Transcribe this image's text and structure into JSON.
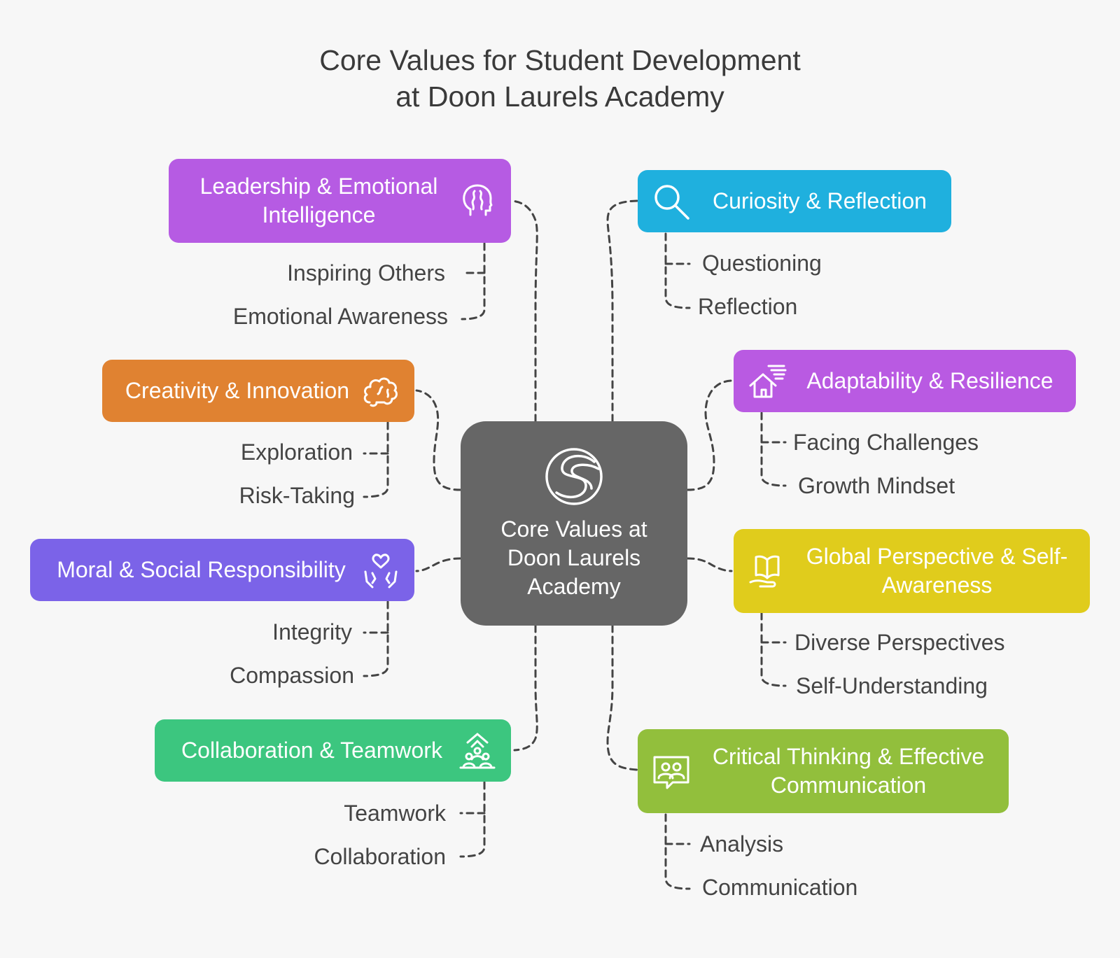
{
  "title": {
    "line1": "Core Values for Student Development",
    "line2": "at Doon Laurels Academy"
  },
  "center": {
    "label": "Core Values at Doon Laurels Academy",
    "icon": "logo-s-icon",
    "color": "#666666"
  },
  "branches": [
    {
      "label": "Leadership & Emotional Intelligence",
      "icon": "head-icon",
      "color": "#b65be3",
      "items": [
        "Inspiring Others",
        "Emotional Awareness"
      ]
    },
    {
      "label": "Creativity & Innovation",
      "icon": "brain-icon",
      "color": "#e08231",
      "items": [
        "Exploration",
        "Risk-Taking"
      ]
    },
    {
      "label": "Moral & Social Responsibility",
      "icon": "hands-heart-icon",
      "color": "#7b63e8",
      "items": [
        "Integrity",
        "Compassion"
      ]
    },
    {
      "label": "Collaboration & Teamwork",
      "icon": "team-icon",
      "color": "#3cc67f",
      "items": [
        "Teamwork",
        "Collaboration"
      ]
    },
    {
      "label": "Curiosity & Reflection",
      "icon": "magnifier-icon",
      "color": "#1fb0de",
      "items": [
        "Questioning",
        "Reflection"
      ]
    },
    {
      "label": "Adaptability & Resilience",
      "icon": "house-wind-icon",
      "color": "#b95ae2",
      "items": [
        "Facing Challenges",
        "Growth Mindset"
      ]
    },
    {
      "label": "Global Perspective & Self-Awareness",
      "icon": "book-hand-icon",
      "color": "#e0cc1c",
      "items": [
        "Diverse Perspectives",
        "Self-Understanding"
      ]
    },
    {
      "label": "Critical Thinking & Effective Communication",
      "icon": "presentation-icon",
      "color": "#92bf3c",
      "items": [
        "Analysis",
        "Communication"
      ]
    }
  ]
}
